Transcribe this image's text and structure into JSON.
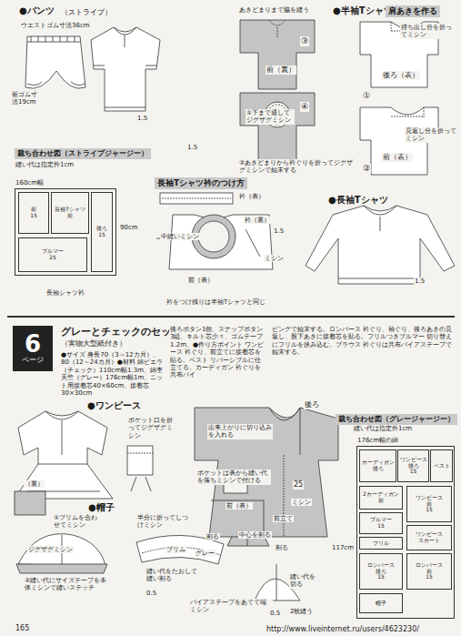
{
  "diagram": {
    "nodes": [
      {
        "text": [
          "6",
          "ページ"
        ]
      },
      {
        "text": [
          "160cm幅"
        ]
      },
      {
        "text": [
          "前",
          "15"
        ],
        "in": 1
      },
      {
        "text": [
          "長袖Tシャツ",
          "前"
        ],
        "in": 1
      },
      {
        "text": [
          "後ろ",
          "15"
        ],
        "in": 1
      },
      {
        "text": [
          "ブルマー",
          "25"
        ],
        "in": 1
      },
      {
        "text": [
          "176cm幅の綿"
        ]
      },
      {
        "text": [
          "カーディガン",
          "後ろ"
        ],
        "in": 6
      },
      {
        "text": [
          "ワンピース",
          "後ろ",
          "15"
        ],
        "in": 6
      },
      {
        "text": [
          "ベスト"
        ],
        "in": 6
      },
      {
        "text": [
          "2カーディガン",
          "前"
        ],
        "in": 6
      },
      {
        "text": [
          "ワンピース",
          "前",
          "15"
        ],
        "in": 6
      },
      {
        "text": [
          "ブルマー",
          "15"
        ],
        "in": 6
      },
      {
        "text": [
          "フリル"
        ],
        "in": 6
      },
      {
        "text": [
          "ワンピース",
          "スカート"
        ],
        "in": 6
      },
      {
        "text": [
          "ロンパース",
          "後ろ",
          "15"
        ],
        "in": 6
      },
      {
        "text": [
          "ロンパース",
          "前",
          "15"
        ],
        "in": 6
      },
      {
        "text": [
          "帽子"
        ],
        "in": 6
      }
    ],
    "labels": [
      "●パンツ",
      "（ストライプ）",
      "ウエストゴム寸法36cm",
      "裾ゴム寸法19cm",
      "1.5",
      "●半袖Tシャツ",
      "あきどまりまで脇を縫う",
      "③",
      "前（裏）",
      "④",
      "①下まで通してジグザグミシン",
      "②あきどまりから衿ぐりを折ってジグザグミシンで始末する",
      "肩あきを作る",
      "持ち出し分を折ってミシン",
      "①",
      "後ろ（表）",
      "見返し分を折ってミシン",
      "②",
      "前（表）",
      "1.5",
      "裁ち合わせ図（ストライプジャージー）",
      "縫い代は指定外1cm",
      "90cm",
      "長袖シャツ衿",
      "長袖Tシャツ衿のつけ方",
      "衿（表）",
      "衿（裏）",
      "中縫いミシン",
      "ミシン",
      "前（表）",
      "衿をつけ残りは半袖Tシャツと同じ",
      "1.5",
      "●長袖Tシャツ",
      "1.5",
      "グレーとチェックのセット",
      "（実物大型紙付き）",
      "●サイズ 身長70（3～12カ月）、80（12～24カ月）●材料 綿ピエラ（チェック）110cm幅1.3m、綿杢天竺（グレー）176cm幅1m、ニット用接着芯40×60cm、接着芯30×30cm",
      "後ろボタン1個、スナップボタン3組、キルト芯少々、ゴムテープ1.2m。●作り方ポイント ワンピース 衿ぐり、前立てに接着芯を貼る。ベスト リバーシブルに仕立てる。カーディガン 衿ぐりを共布バイ",
      "ピングで始末する。ロンパース 衿ぐり、袖ぐり、後ろあきの見返し、股下あきに接着芯を貼る。フリルつきブルマー 切り替えにフリルを挟み込む。ブラウス 衿ぐりは共布バイアステープで始末する。",
      "●ワンピース",
      "ポケット口を折ってジグザグミシン",
      "（裏）",
      "①ブリムを合わせてミシン",
      "ジグザグミシン",
      "②縫い代にサイズテープを本体ミシンで縫いステッチ",
      "●帽子",
      "半分に折ってしつけミシン",
      "ブリム",
      "0.5",
      "グレー",
      "縫い代をたおして縫い割る",
      "割る",
      "中心を割る",
      "割る",
      "縫い代を切る",
      "バイアステープをあてて端ミシン",
      "2枚縫う",
      "0.5",
      "出来上がりに切り込みを入れる",
      "ポケットは表から縫い代を落ちミシンで付ける",
      "前立て",
      "ミシン",
      "25",
      "後ろ",
      "前（表）",
      "裁ち合わせ図（グレージャージー）",
      "縫い代は指定外1cm",
      "117cm",
      "165",
      "http://www.liveinternet.ru/users/4623230/"
    ]
  }
}
